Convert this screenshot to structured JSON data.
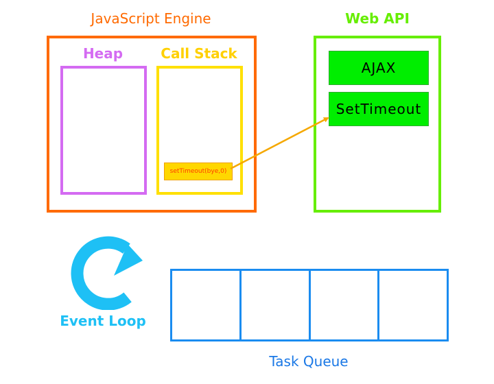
{
  "engine": {
    "title": "JavaScript Engine",
    "heap_title": "Heap",
    "call_stack_title": "Call Stack",
    "call_stack_items": [
      "setTimeout(bye,0)"
    ]
  },
  "web_api": {
    "title": "Web API",
    "items": [
      "AJAX",
      "SetTimeout"
    ]
  },
  "event_loop": {
    "label": "Event Loop"
  },
  "task_queue": {
    "label": "Task Queue",
    "slot_count": 4
  },
  "colors": {
    "engine": "#ff6a00",
    "heap": "#d46bf2",
    "call_stack": "#ffe000",
    "web_api": "#66ee00",
    "event_loop": "#1ec0f5",
    "task_queue": "#1a8cf0",
    "arrow": "#f5a800"
  }
}
